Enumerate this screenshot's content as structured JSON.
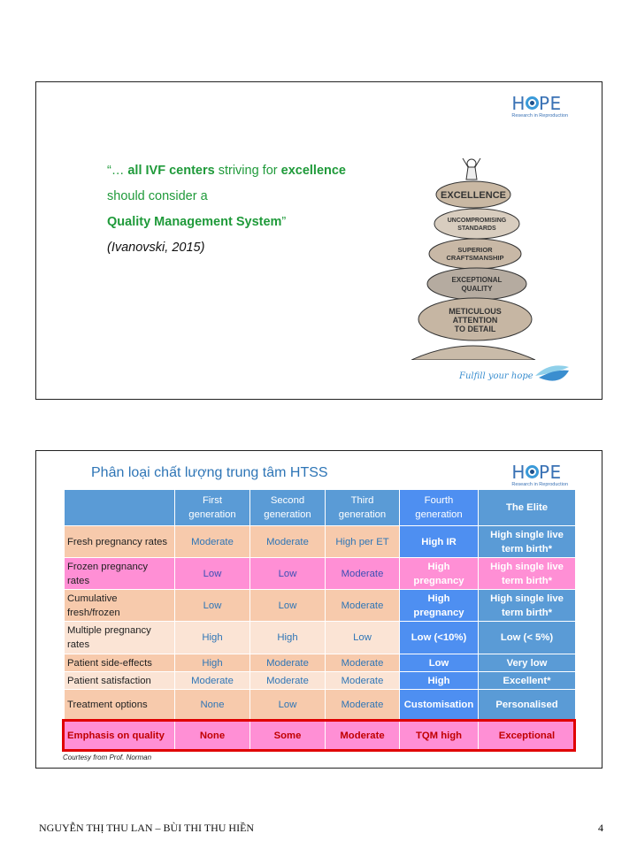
{
  "logo": {
    "word_pre": "H",
    "word_post": "PE",
    "subtitle": "Research in Reproduction"
  },
  "slide1": {
    "quote_line1_pre": "“… ",
    "quote_line1_b1": "all IVF centers",
    "quote_line1_mid": " striving for ",
    "quote_line1_b2": "excellence",
    "quote_line2": "should consider a",
    "quote_line3_b": "Quality Management System",
    "quote_line3_post": "”",
    "citation": "(Ivanovski, 2015)",
    "image_text": [
      "EXCELLENCE",
      "UNCOMPROMISING STANDARDS",
      "SUPERIOR CRAFTSMANSHIP",
      "EXCEPTIONAL QUALITY",
      "METICULOUS ATTENTION TO DETAIL"
    ],
    "tagline": "Fulfill your hope"
  },
  "slide2": {
    "title": "Phân loại chất lượng trung tâm HTSS",
    "headers": [
      "",
      "First generation",
      "Second generation",
      "Third generation",
      "Fourth generation",
      "The Elite"
    ],
    "rows": [
      {
        "label": "Fresh pregnancy rates",
        "cells": [
          "Moderate",
          "Moderate",
          "High per ET",
          "High IR",
          "High single live term birth*"
        ]
      },
      {
        "label": "Frozen pregnancy rates",
        "cells": [
          "Low",
          "Low",
          "Moderate",
          "High pregnancy",
          "High single live term birth*"
        ]
      },
      {
        "label": "Cumulative fresh/frozen",
        "cells": [
          "Low",
          "Low",
          "Moderate",
          "High pregnancy",
          "High single live term birth*"
        ]
      },
      {
        "label": "Multiple pregnancy rates",
        "cells": [
          "High",
          "High",
          "Low",
          "Low (<10%)",
          "Low  (< 5%)"
        ]
      },
      {
        "label": "Patient side-effects",
        "cells": [
          "High",
          "Moderate",
          "Moderate",
          "Low",
          "Very low"
        ]
      },
      {
        "label": "Patient satisfaction",
        "cells": [
          "Moderate",
          "Moderate",
          "Moderate",
          "High",
          "Excellent*"
        ]
      },
      {
        "label": "Treatment options",
        "cells": [
          "None",
          "Low",
          "Moderate",
          "Customisation",
          "Personalised"
        ]
      },
      {
        "label": "Emphasis on quality",
        "cells": [
          "None",
          "Some",
          "Moderate",
          "TQM  high",
          "Exceptional"
        ]
      }
    ],
    "courtesy": "Courtesy from Prof. Norman"
  },
  "footer": {
    "authors": "NGUYỄN THỊ THU LAN – BÙI THI THU HIỀN",
    "page": "4"
  },
  "colors": {
    "header": "#5a9bd6",
    "fourth": "#4e8ff1",
    "peach_dark": "#f7caac",
    "peach_light": "#fbe4d5",
    "pink": "#ff8fd5",
    "highlight_border": "#e00000"
  }
}
